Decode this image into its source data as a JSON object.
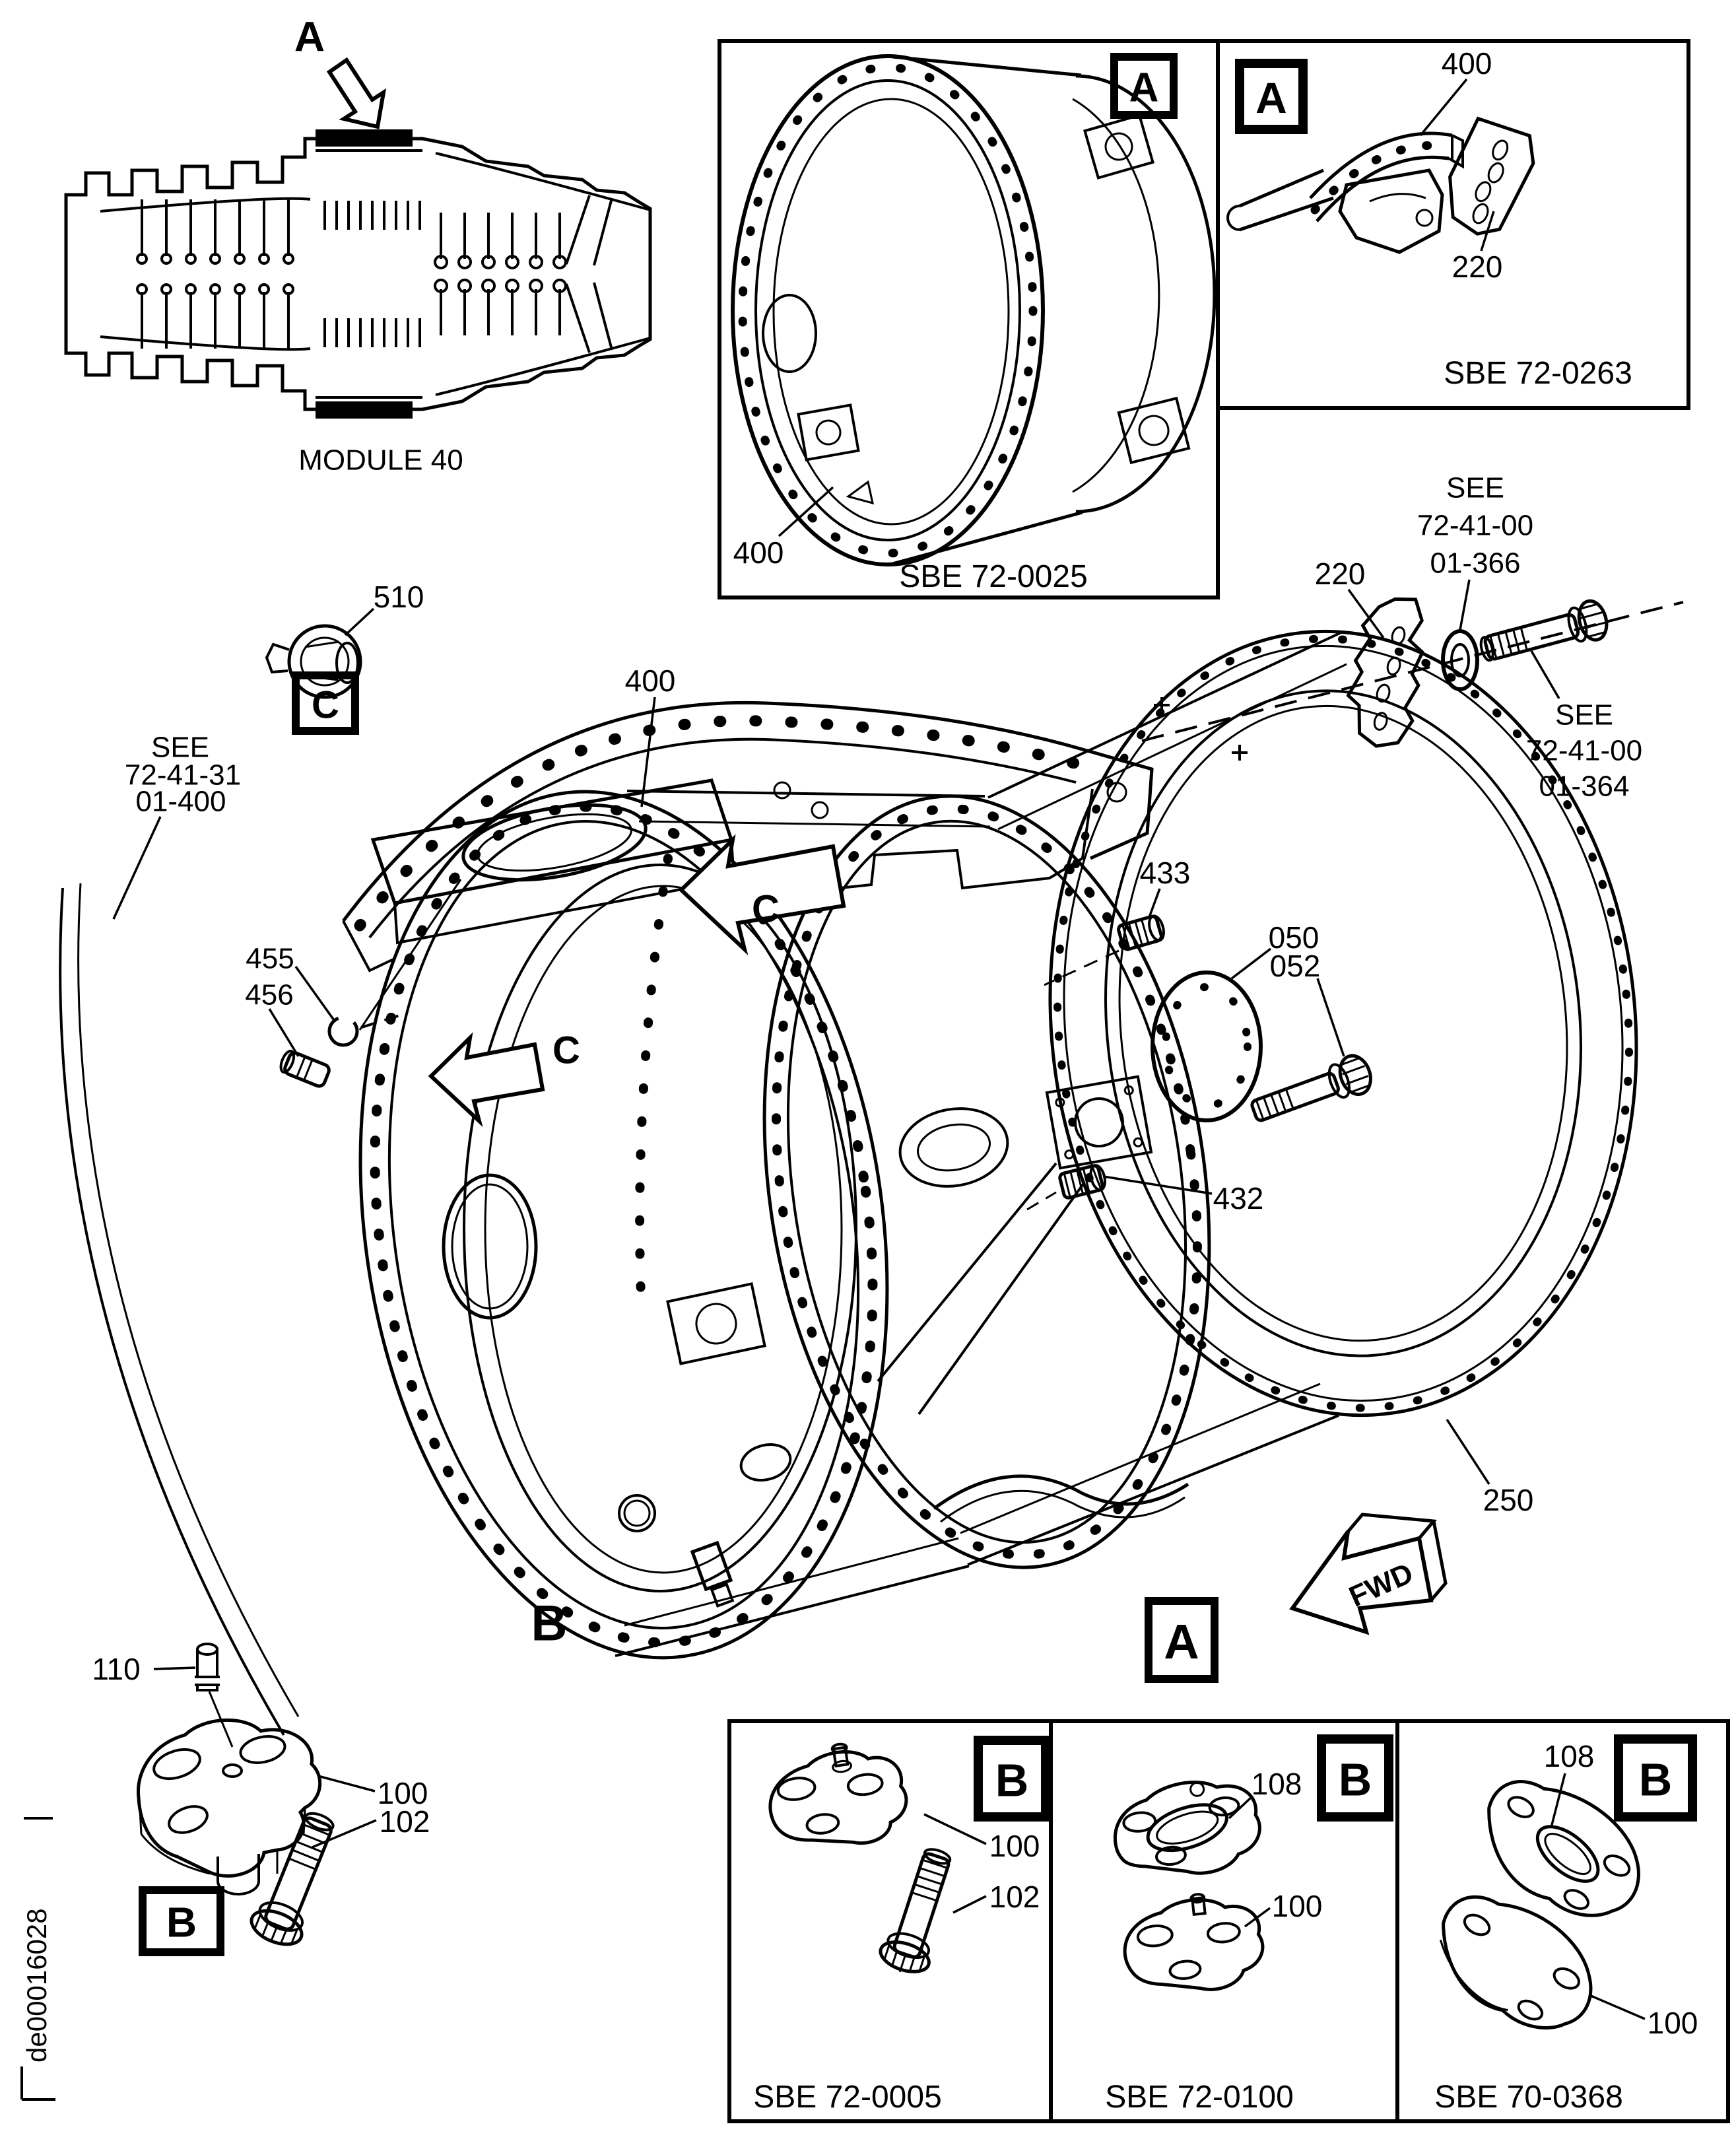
{
  "page": {
    "background": "#ffffff",
    "ink": "#000000"
  },
  "overview": {
    "marker": "A",
    "caption": "MODULE 40"
  },
  "panel_0025": {
    "marker": "A",
    "callout_400": "400",
    "code": "SBE 72-0025"
  },
  "panel_0263": {
    "marker": "A",
    "callout_400": "400",
    "callout_220": "220",
    "code": "SBE 72-0263"
  },
  "main": {
    "callout_510": "510",
    "marker_c": "C",
    "callout_400": "400",
    "ref_72_41_31": {
      "l1": "SEE",
      "l2": "72-41-31",
      "l3": "01-400"
    },
    "callout_455": "455",
    "callout_456": "456",
    "callout_220": "220",
    "ref_01_366": {
      "l1": "SEE",
      "l2": "72-41-00",
      "l3": "01-366"
    },
    "ref_01_364": {
      "l1": "SEE",
      "l2": "72-41-00",
      "l3": "01-364"
    },
    "callout_433": "433",
    "callout_050": "050",
    "callout_052": "052",
    "callout_432": "432",
    "callout_250": "250",
    "marker_b": "B",
    "marker_a": "A",
    "arrow_c_upper": "C",
    "arrow_c_lower": "C",
    "fwd_label": "FWD"
  },
  "detail_b": {
    "callout_110": "110",
    "callout_100": "100",
    "callout_102": "102",
    "marker": "B"
  },
  "panel_0005": {
    "marker": "B",
    "callout_100": "100",
    "callout_102": "102",
    "code": "SBE 72-0005"
  },
  "panel_0100": {
    "marker": "B",
    "callout_108": "108",
    "callout_100": "100",
    "code": "SBE 72-0100"
  },
  "panel_0368": {
    "marker": "B",
    "callout_108": "108",
    "callout_100": "100",
    "code": "SBE 70-0368"
  },
  "edge": {
    "doc_id": "de00016028"
  }
}
